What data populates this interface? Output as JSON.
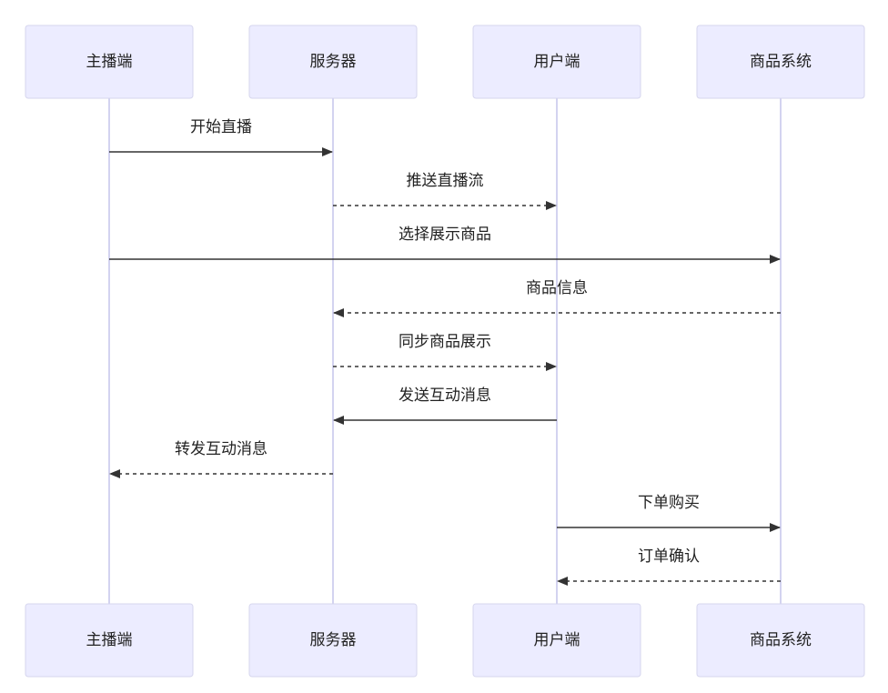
{
  "participants": [
    {
      "id": "anchor",
      "label": "主播端"
    },
    {
      "id": "server",
      "label": "服务器"
    },
    {
      "id": "client",
      "label": "用户端"
    },
    {
      "id": "product",
      "label": "商品系统"
    }
  ],
  "messages": [
    {
      "from": "anchor",
      "to": "server",
      "label": "开始直播",
      "style": "solid"
    },
    {
      "from": "server",
      "to": "client",
      "label": "推送直播流",
      "style": "dashed"
    },
    {
      "from": "anchor",
      "to": "product",
      "label": "选择展示商品",
      "style": "solid"
    },
    {
      "from": "product",
      "to": "server",
      "label": "商品信息",
      "style": "dashed"
    },
    {
      "from": "server",
      "to": "client",
      "label": "同步商品展示",
      "style": "dashed"
    },
    {
      "from": "client",
      "to": "server",
      "label": "发送互动消息",
      "style": "solid"
    },
    {
      "from": "server",
      "to": "anchor",
      "label": "转发互动消息",
      "style": "dashed"
    },
    {
      "from": "client",
      "to": "product",
      "label": "下单购买",
      "style": "solid"
    },
    {
      "from": "product",
      "to": "client",
      "label": "订单确认",
      "style": "dashed"
    }
  ],
  "colors": {
    "actor_fill": "#ececff",
    "actor_border": "#d6d6ee",
    "lifeline": "#d3d3f0",
    "arrow": "#333333",
    "text": "#222222"
  }
}
